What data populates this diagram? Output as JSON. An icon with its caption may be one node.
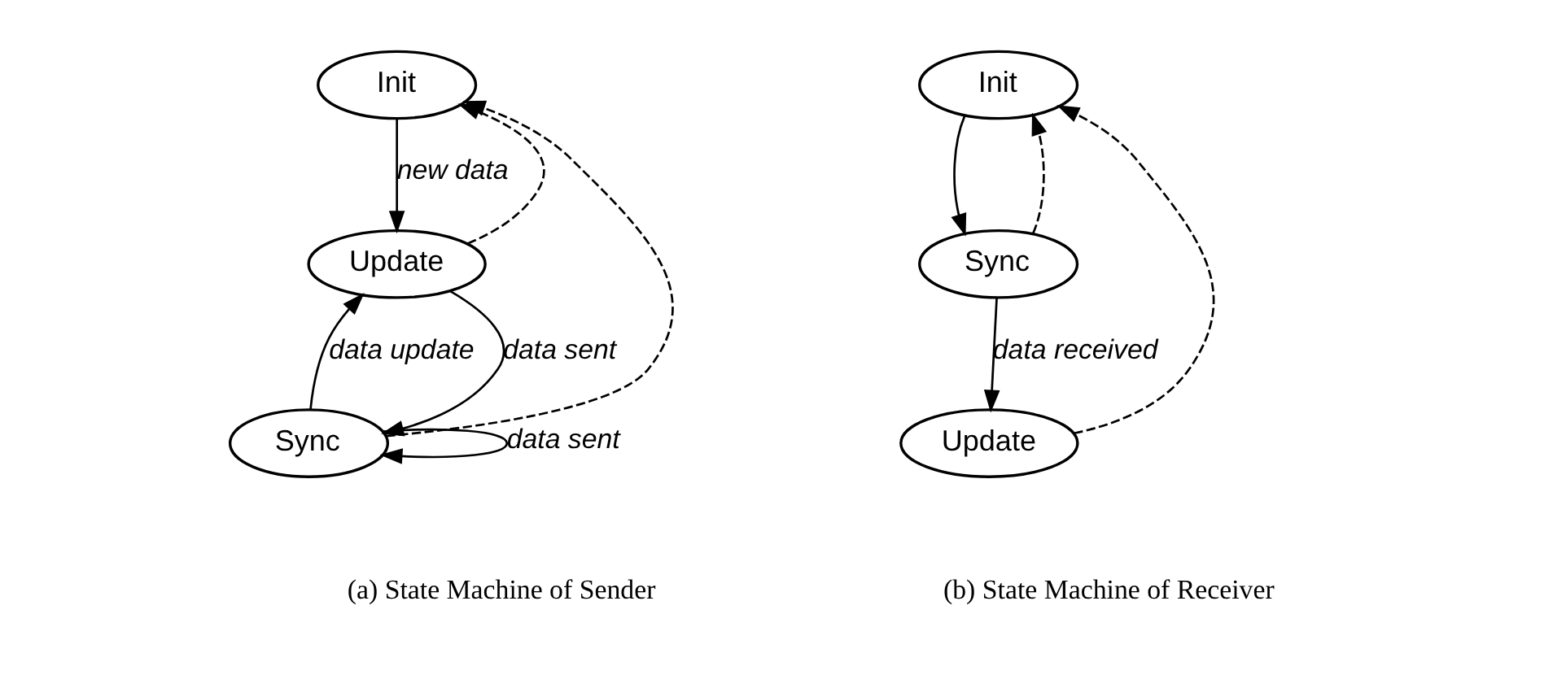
{
  "diagram": {
    "nodes": [
      {
        "text": [
          "Init"
        ]
      },
      {
        "text": [
          "Update"
        ]
      },
      {
        "text": [
          "Sync"
        ]
      },
      {
        "text": [
          "Init"
        ]
      },
      {
        "text": [
          "Update"
        ]
      },
      {
        "text": [
          "Sync"
        ]
      }
    ],
    "edges": [
      {
        "from": 0,
        "to": 1,
        "arrow": "to",
        "label": "new data"
      },
      {
        "from": 1,
        "to": 0,
        "arrow": "to",
        "style": "dashed"
      },
      {
        "from": 2,
        "to": 0,
        "arrow": "to",
        "style": "dashed"
      },
      {
        "from": 2,
        "to": 1,
        "arrow": "to",
        "label": "data update"
      },
      {
        "from": 2,
        "to": 2,
        "arrow": "to",
        "label": "data sent"
      },
      {
        "from": 1,
        "to": 2,
        "arrow": "to",
        "label": "data sent"
      },
      {
        "from": 4,
        "to": 3,
        "arrow": "to",
        "style": "dashed"
      },
      {
        "from": 3,
        "to": 5,
        "arrow": "to"
      },
      {
        "from": 5,
        "to": 3,
        "arrow": "to",
        "style": "dashed"
      },
      {
        "from": 5,
        "to": 4,
        "arrow": "to",
        "label": "data received"
      }
    ],
    "labels": [
      "(a) State Machine of Sender",
      "(b) State Machine of Receiver"
    ]
  }
}
